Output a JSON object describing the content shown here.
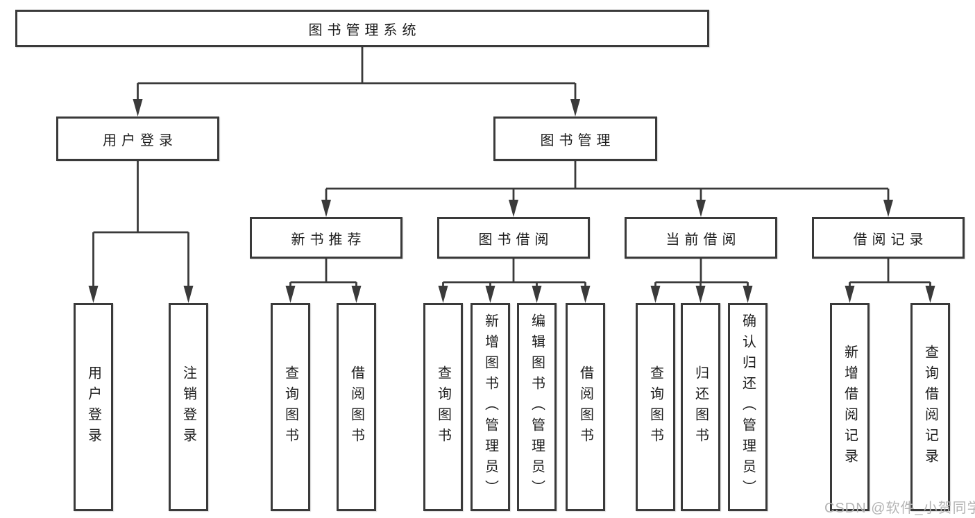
{
  "nodes": {
    "root": "图书管理系统",
    "user_login": "用户登录",
    "book_management": "图书管理",
    "new_book_recommend": "新书推荐",
    "book_borrowing": "图书借阅",
    "current_borrowing": "当前借阅",
    "borrowing_records": "借阅记录",
    "leaf_user_login": "用户登录",
    "leaf_logout": "注销登录",
    "leaf_rec_query_books": "查询图书",
    "leaf_rec_borrow_books": "借阅图书",
    "leaf_bb_query_books": "查询图书",
    "leaf_bb_add_books": "新增图书（管理员）",
    "leaf_bb_edit_books": "编辑图书（管理员）",
    "leaf_bb_borrow_books": "借阅图书",
    "leaf_cb_query_books": "查询图书",
    "leaf_cb_return_books": "归还图书",
    "leaf_cb_confirm_return": "确认归还（管理员）",
    "leaf_br_add_record": "新增借阅记录",
    "leaf_br_query_record": "查询借阅记录"
  },
  "watermark": "CSDN @软件_小贺同学",
  "colors": {
    "line": "#3a3a3a",
    "text": "#1d1d1d",
    "watermark": "#b4b4b4",
    "background": "#ffffff"
  }
}
